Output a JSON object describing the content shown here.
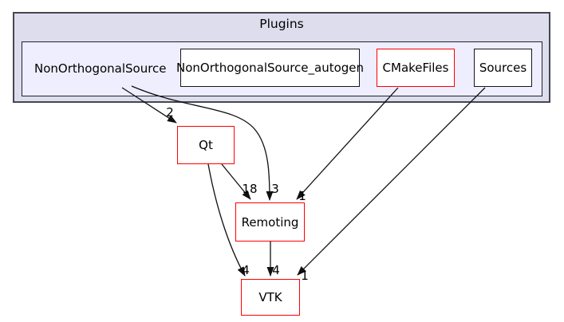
{
  "graph": {
    "parent_cluster_label": "Plugins",
    "current_dir_label": "NonOrthogonalSource",
    "sibling_boxes": [
      {
        "label": "NonOrthogonalSource_autogen",
        "border": "black"
      },
      {
        "label": "CMakeFiles",
        "border": "red"
      },
      {
        "label": "Sources",
        "border": "black"
      }
    ],
    "dependency_nodes": [
      {
        "label": "Qt",
        "border": "red"
      },
      {
        "label": "Remoting",
        "border": "red"
      },
      {
        "label": "VTK",
        "border": "red"
      }
    ],
    "edges": [
      {
        "from": "NonOrthogonalSource",
        "to": "Qt",
        "label": "2"
      },
      {
        "from": "NonOrthogonalSource",
        "to": "Remoting",
        "label": "3"
      },
      {
        "from": "Qt",
        "to": "Remoting",
        "label": "18"
      },
      {
        "from": "Qt",
        "to": "VTK",
        "label": "4"
      },
      {
        "from": "CMakeFiles",
        "to": "Remoting",
        "label": "1"
      },
      {
        "from": "Sources",
        "to": "VTK",
        "label": "1"
      },
      {
        "from": "Remoting",
        "to": "VTK",
        "label": "4"
      }
    ],
    "colors": {
      "outer_cluster_fill": "#ddddee",
      "inner_cluster_fill": "#eeeeff",
      "cluster_border": "#46464f",
      "node_fill": "#ffffff",
      "node_border_black": "#16161c",
      "node_border_red": "#ff0000",
      "edge_color": "#101010",
      "text_color": "#000000"
    }
  }
}
